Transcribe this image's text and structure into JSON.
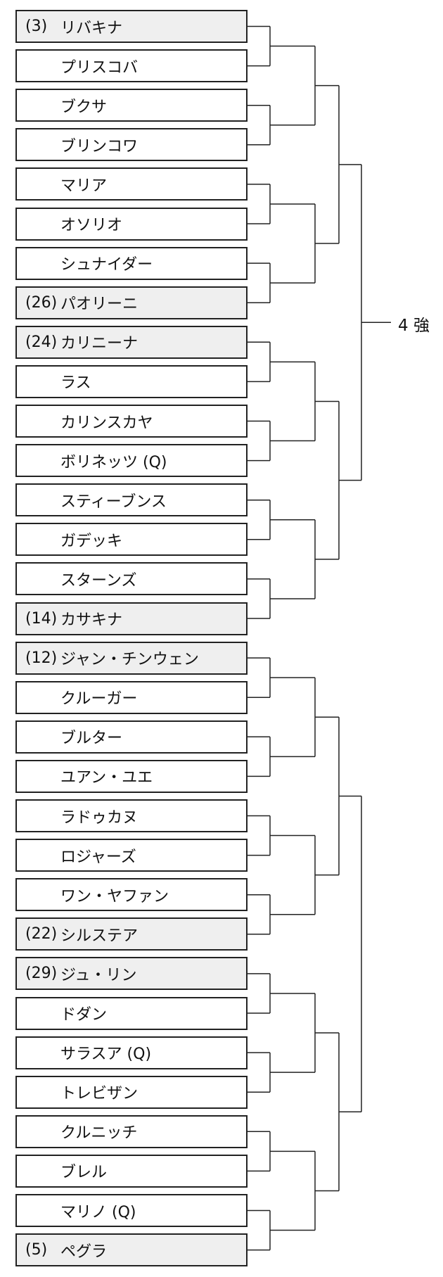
{
  "bracket": {
    "players": [
      {
        "seed": "(3)",
        "name": "リバキナ"
      },
      {
        "seed": "",
        "name": "プリスコバ"
      },
      {
        "seed": "",
        "name": "ブクサ"
      },
      {
        "seed": "",
        "name": "ブリンコワ"
      },
      {
        "seed": "",
        "name": "マリア"
      },
      {
        "seed": "",
        "name": "オソリオ"
      },
      {
        "seed": "",
        "name": "シュナイダー"
      },
      {
        "seed": "(26)",
        "name": "パオリーニ"
      },
      {
        "seed": "(24)",
        "name": "カリニーナ"
      },
      {
        "seed": "",
        "name": "ラス"
      },
      {
        "seed": "",
        "name": "カリンスカヤ"
      },
      {
        "seed": "",
        "name": "ボリネッツ (Q)"
      },
      {
        "seed": "",
        "name": "スティーブンス"
      },
      {
        "seed": "",
        "name": "ガデッキ"
      },
      {
        "seed": "",
        "name": "スターンズ"
      },
      {
        "seed": "(14)",
        "name": "カサキナ"
      },
      {
        "seed": "(12)",
        "name": "ジャン・チンウェン"
      },
      {
        "seed": "",
        "name": "クルーガー"
      },
      {
        "seed": "",
        "name": "ブルター"
      },
      {
        "seed": "",
        "name": "ユアン・ユエ"
      },
      {
        "seed": "",
        "name": "ラドゥカヌ"
      },
      {
        "seed": "",
        "name": "ロジャーズ"
      },
      {
        "seed": "",
        "name": "ワン・ヤファン"
      },
      {
        "seed": "(22)",
        "name": "シルステア"
      },
      {
        "seed": "(29)",
        "name": "ジュ・リン"
      },
      {
        "seed": "",
        "name": "ドダン"
      },
      {
        "seed": "",
        "name": "サラスア (Q)"
      },
      {
        "seed": "",
        "name": "トレビザン"
      },
      {
        "seed": "",
        "name": "クルニッチ"
      },
      {
        "seed": "",
        "name": "ブレル"
      },
      {
        "seed": "",
        "name": "マリノ (Q)"
      },
      {
        "seed": "(5)",
        "name": "ペグラ"
      }
    ],
    "result_label": "4 強",
    "colors": {
      "line": "#222222",
      "seeded_fill": "#efefef",
      "box_fill": "#ffffff"
    }
  }
}
